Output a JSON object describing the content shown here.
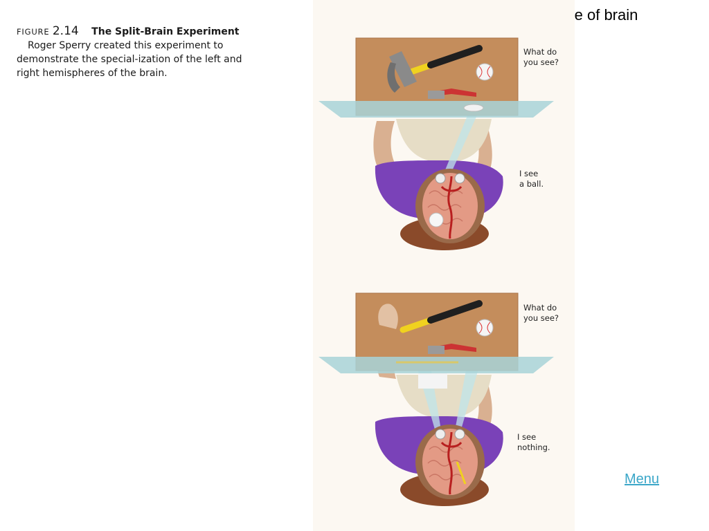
{
  "slide": {
    "title": "LO 2.10  Left side and right side of brain"
  },
  "figure": {
    "label": "FIGURE",
    "number": "2.14",
    "title": "The Split-Brain Experiment",
    "description": "Roger Sperry created this experiment to demonstrate the special-ization of the left and right hemispheres of the brain."
  },
  "panels": [
    {
      "question": "What do\nyou see?",
      "answer": "I see\na ball."
    },
    {
      "question": "What do\nyou see?",
      "answer": "I see\nnothing."
    }
  ],
  "nav": {
    "menu_label": "Menu"
  },
  "colors": {
    "table_wood": "#c48d5c",
    "screen": "#a8d3d8",
    "shirt": "#7a42b8",
    "brain": "#e39a85",
    "fissure": "#b81f1f",
    "hammer_handle": "#1f1f1f",
    "hammer_grip": "#f0d21f",
    "link": "#3aa6c8"
  }
}
